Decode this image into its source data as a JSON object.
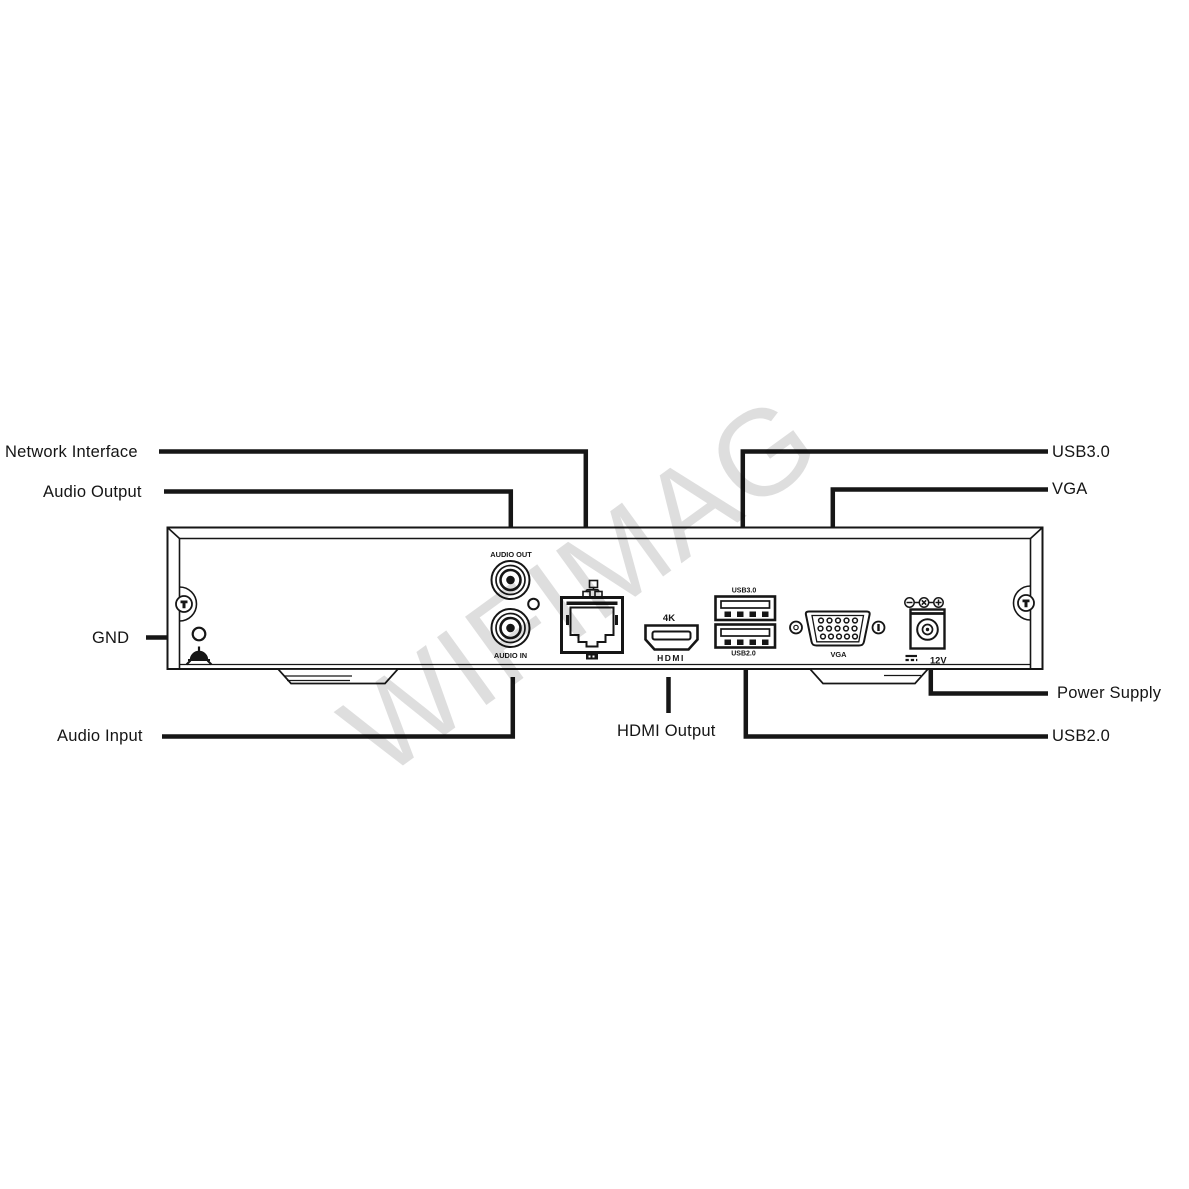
{
  "watermark": {
    "text": "WIFIMAG"
  },
  "callouts": {
    "network_interface": {
      "label": "Network Interface"
    },
    "audio_output": {
      "label": "Audio Output"
    },
    "gnd": {
      "label": "GND"
    },
    "audio_input": {
      "label": "Audio Input"
    },
    "hdmi_output": {
      "label": "HDMI Output"
    },
    "usb3": {
      "label": "USB3.0"
    },
    "vga": {
      "label": "VGA"
    },
    "power_supply": {
      "label": "Power Supply"
    },
    "usb2": {
      "label": "USB2.0"
    }
  },
  "panel_markings": {
    "audio_out": "AUDIO OUT",
    "audio_in": "AUDIO IN",
    "usb3_port": "USB3.0",
    "usb2_port": "USB2.0",
    "vga_port": "VGA",
    "hdmi_4k": "4K",
    "hdmi_logo": "HDMI",
    "power_12v": "12V"
  },
  "colors": {
    "ink": "#161616",
    "background": "#ffffff"
  }
}
